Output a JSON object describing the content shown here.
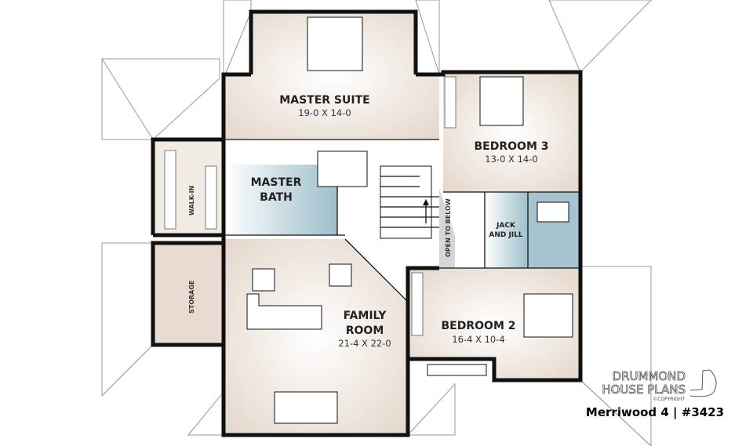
{
  "rooms": {
    "master_suite": {
      "name": "MASTER SUITE",
      "dims": "19-0 X 14-0"
    },
    "master_bath": {
      "name_line1": "MASTER",
      "name_line2": "BATH"
    },
    "walk_in": {
      "name": "WALK-IN"
    },
    "bedroom3": {
      "name": "BEDROOM 3",
      "dims": "13-0 X 14-0"
    },
    "jack_and_jill": {
      "name_line1": "JACK",
      "name_line2": "AND JILL"
    },
    "open_to_below": {
      "name": "OPEN TO BELOW"
    },
    "storage": {
      "name": "STORAGE"
    },
    "family_room": {
      "name_line1": "FAMILY",
      "name_line2": "ROOM",
      "dims": "21-4 X 22-0"
    },
    "bedroom2": {
      "name": "BEDROOM 2",
      "dims": "16-4 X 10-4"
    }
  },
  "logo": {
    "line1": "DRUMMOND",
    "line2": "HOUSE PLANS",
    "copyright": "©COPYRIGHT"
  },
  "plan_title": "Merriwood 4 | #3423",
  "colors": {
    "room_fill": "#ede3da",
    "bath_fill": "#a9c7d2",
    "wall": "#111111"
  }
}
